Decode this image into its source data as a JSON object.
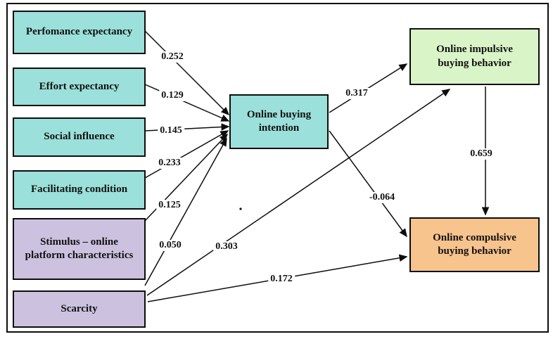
{
  "figure": {
    "kind": "structural-path-diagram",
    "background_color": "#ffffff",
    "frame_color": "#0d0d0d",
    "line_color": "#0d0d0d"
  },
  "nodes": {
    "performance": {
      "label": "Perfomance expectancy",
      "fill": "#9BE0DA"
    },
    "effort": {
      "label": "Effort expectancy",
      "fill": "#9BE0DA"
    },
    "social": {
      "label": "Social influence",
      "fill": "#9BE0DA"
    },
    "facilitating": {
      "label": "Facilitating condition",
      "fill": "#9BE0DA"
    },
    "stimulus": {
      "label": "Stimulus – online platform characteristics",
      "fill": "#CCC2DF"
    },
    "scarcity": {
      "label": "Scarcity",
      "fill": "#CCC2DF"
    },
    "intention": {
      "label": "Online buying intention",
      "fill": "#9BE0DA"
    },
    "impulsive": {
      "label": "Online impulsive buying behavior",
      "fill": "#D9F5C8"
    },
    "compulsive": {
      "label": "Online compulsive buying behavior",
      "fill": "#F8C48D"
    }
  },
  "edges": [
    {
      "from": "Perfomance expectancy",
      "to": "Online buying intention",
      "coefficient": "0.252"
    },
    {
      "from": "Effort expectancy",
      "to": "Online buying intention",
      "coefficient": "0.129"
    },
    {
      "from": "Social influence",
      "to": "Online buying intention",
      "coefficient": "0.145"
    },
    {
      "from": "Facilitating condition",
      "to": "Online buying intention",
      "coefficient": "0.233"
    },
    {
      "from": "Stimulus – online platform characteristics",
      "to": "Online buying intention",
      "coefficient": "0.125"
    },
    {
      "from": "Scarcity",
      "to": "Online buying intention",
      "coefficient": "0.050"
    },
    {
      "from": "Online buying intention",
      "to": "Online impulsive buying behavior",
      "coefficient": "0.317"
    },
    {
      "from": "Scarcity",
      "to": "Online impulsive buying behavior",
      "coefficient": "0.303"
    },
    {
      "from": "Online buying intention",
      "to": "Online compulsive buying behavior",
      "coefficient": "-0.064"
    },
    {
      "from": "Online impulsive buying behavior",
      "to": "Online compulsive buying behavior",
      "coefficient": "0.659"
    },
    {
      "from": "Scarcity",
      "to": "Online compulsive buying behavior",
      "coefficient": "0.172"
    }
  ]
}
